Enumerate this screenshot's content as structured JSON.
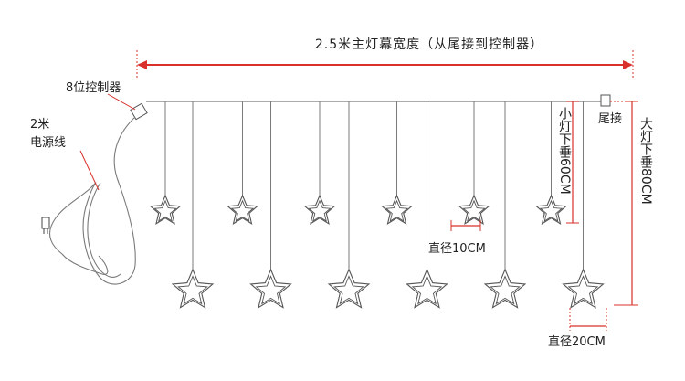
{
  "title": "2.5米主灯幕宽度（从尾接到控制器）",
  "labels": {
    "controller": "8位控制器",
    "power_line_1": "2米",
    "power_line_2": "电源线",
    "tail_connector": "尾接",
    "small_drop": "小灯下垂60CM",
    "large_drop": "大灯下垂80CM",
    "small_diameter": "直径10CM",
    "large_diameter": "直径20CM"
  },
  "colors": {
    "red": "#d9302b",
    "line": "#7a7a7a",
    "star": "#555555",
    "text": "#222222"
  },
  "components": {
    "small_stars": 6,
    "large_stars": 6
  }
}
